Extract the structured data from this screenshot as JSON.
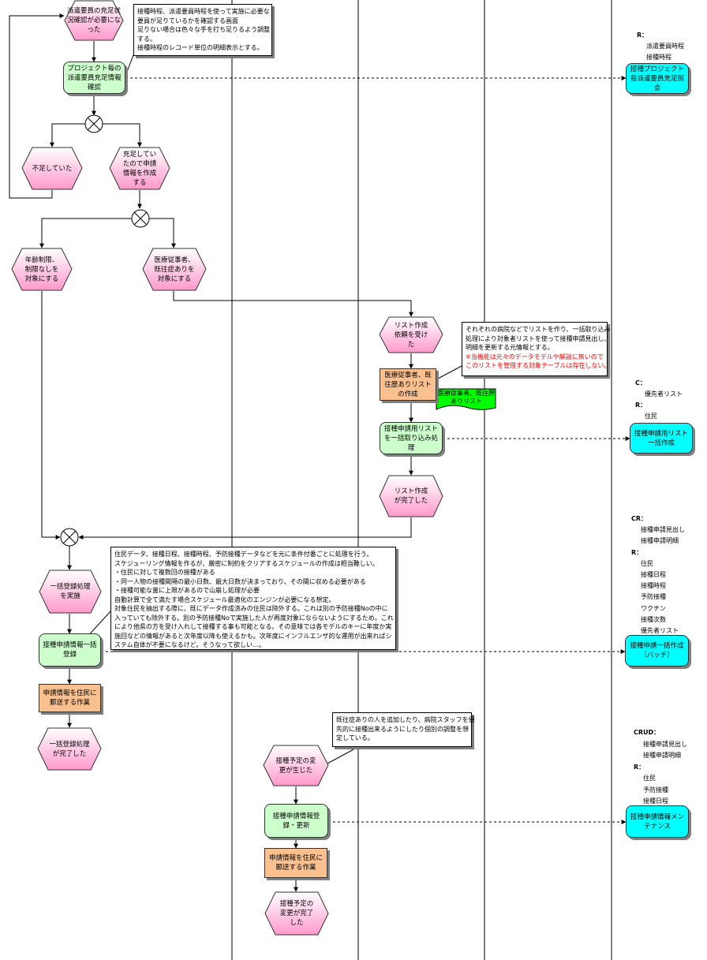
{
  "events": {
    "start": "派遣要員の充足状況確認が必要になった",
    "shortage": "不足していた",
    "sufficient": "充足していたので申請情報を作成する",
    "age_free": "年齢制限、制限なしを対象にする",
    "medical": "医療従事者、既往症ありを対象にする",
    "list_request": "リスト作成依頼を受けた",
    "list_done": "リスト作成が完了した",
    "bulk_start": "一括登録処理を実施",
    "bulk_done": "一括登録処理が完了した",
    "change_occurred": "接種予定の変更が生じた",
    "change_done": "接種予定の変更が完了した"
  },
  "processes": {
    "project_check": "プロジェクト毎の派遣要員充足情報確認",
    "bulk_import": "接種申請用リストを一括取り込み処理",
    "bulk_register": "接種申請情報一括登録",
    "maintenance": "接種申請情報登録・更新"
  },
  "manual_tasks": {
    "medical_list": "医療従事者、既往歴ありリストの作成",
    "mail1": "申請情報を住民に郵送する作業",
    "mail2": "申請情報を住民に郵送する作業"
  },
  "document": {
    "label": "医療従事者、既往歴ありリスト"
  },
  "systems": {
    "project_inquiry": "接種プロジェクト毎派遣要員充足照会",
    "list_create": "接種申請用リスト一括作成",
    "batch_create": "接種申請一括作成（バッチ）",
    "maintenance": "接種申請情報メンテナンス"
  },
  "notes": {
    "note1": [
      "接種時程、派遣要員時程を使って実施に必要な",
      "要員が足りているかを確認する画面",
      "足りない場合は色々な手を打ち足りるよう調整",
      "する。",
      "接種時程のレコード単位の明細表示とする。"
    ],
    "note2": [
      "それぞれの病院などでリストを作り、一括取り込み",
      "処理により対象者リストを使って接種申請見出し、",
      "明細を更新する元情報とする。"
    ],
    "note2_warning": [
      "※当機能は元々のデータモデルや解説に無いので",
      "このリストを管理する対象テーブルは存在しない。"
    ],
    "note3": [
      "住民データ、接種日程、接種時程、予防接種データなどを元に条件付番ごとに処理を行う。",
      "スケジューリング情報を作るが、厳密に制約をクリアするスケジュールの作成は相当難しい。",
      "・住民に対して複数回の接種がある",
      "・同一人物の接種間隔の最小日数、最大日数が決まっており、その間に収める必要がある",
      "・接種可能な量に上限があるので山崩し処理が必要",
      "自動計算で全て満たす場合スケジュール最適化のエンジンが必要になる想定。",
      "対象住民を抽出する際に、既にデータ作成済みの住民は除外する。これは別の予防接種Noの中に",
      "入っていても除外する。別の予防接種Noで実施した人が再度対象にならないようにするため。これ",
      "により他県の方を受け入れして接種する事も可能となる。その意味では各モデルのキーに年度か実",
      "施回などの情報があると次年度以降も使えるかも。次年度にインフルエンザ的な運用が出来ればシ",
      "ステム自体が不要になるけど。そうなって欲しい…。"
    ],
    "note4": [
      "既往症ありの人を追加したり、病院スタッフを優",
      "先的に接種出来るようにしたり個別の調整を想",
      "定している。"
    ]
  },
  "crud": {
    "c1": {
      "op1": "R：",
      "ents1": [
        "派遣要員時程",
        "接種時程"
      ]
    },
    "c2": {
      "op1": "C：",
      "ents1": [
        "優先者リスト"
      ],
      "op2": "R：",
      "ents2": [
        "住民"
      ]
    },
    "c3": {
      "op1": "CR：",
      "ents1": [
        "接種申請見出し",
        "接種申請明細"
      ],
      "op2": "R：",
      "ents2": [
        "住民",
        "接種日程",
        "接種時程",
        "予防接種",
        "ワクチン",
        "接種次数",
        "優先者リスト"
      ]
    },
    "c4": {
      "op1": "CRUD：",
      "ents1": [
        "接種申請見出し",
        "接種申請明細"
      ],
      "op2": "R：",
      "ents2": [
        "住民",
        "予防接種",
        "接種日程"
      ]
    }
  },
  "colors": {
    "event_fill": "#ff99cc",
    "process_fill": "#ccffcc",
    "manual_fill": "#fac090",
    "system_fill": "#00ffff",
    "document_fill": "#00ff00",
    "warning_text": "#ff0000"
  }
}
